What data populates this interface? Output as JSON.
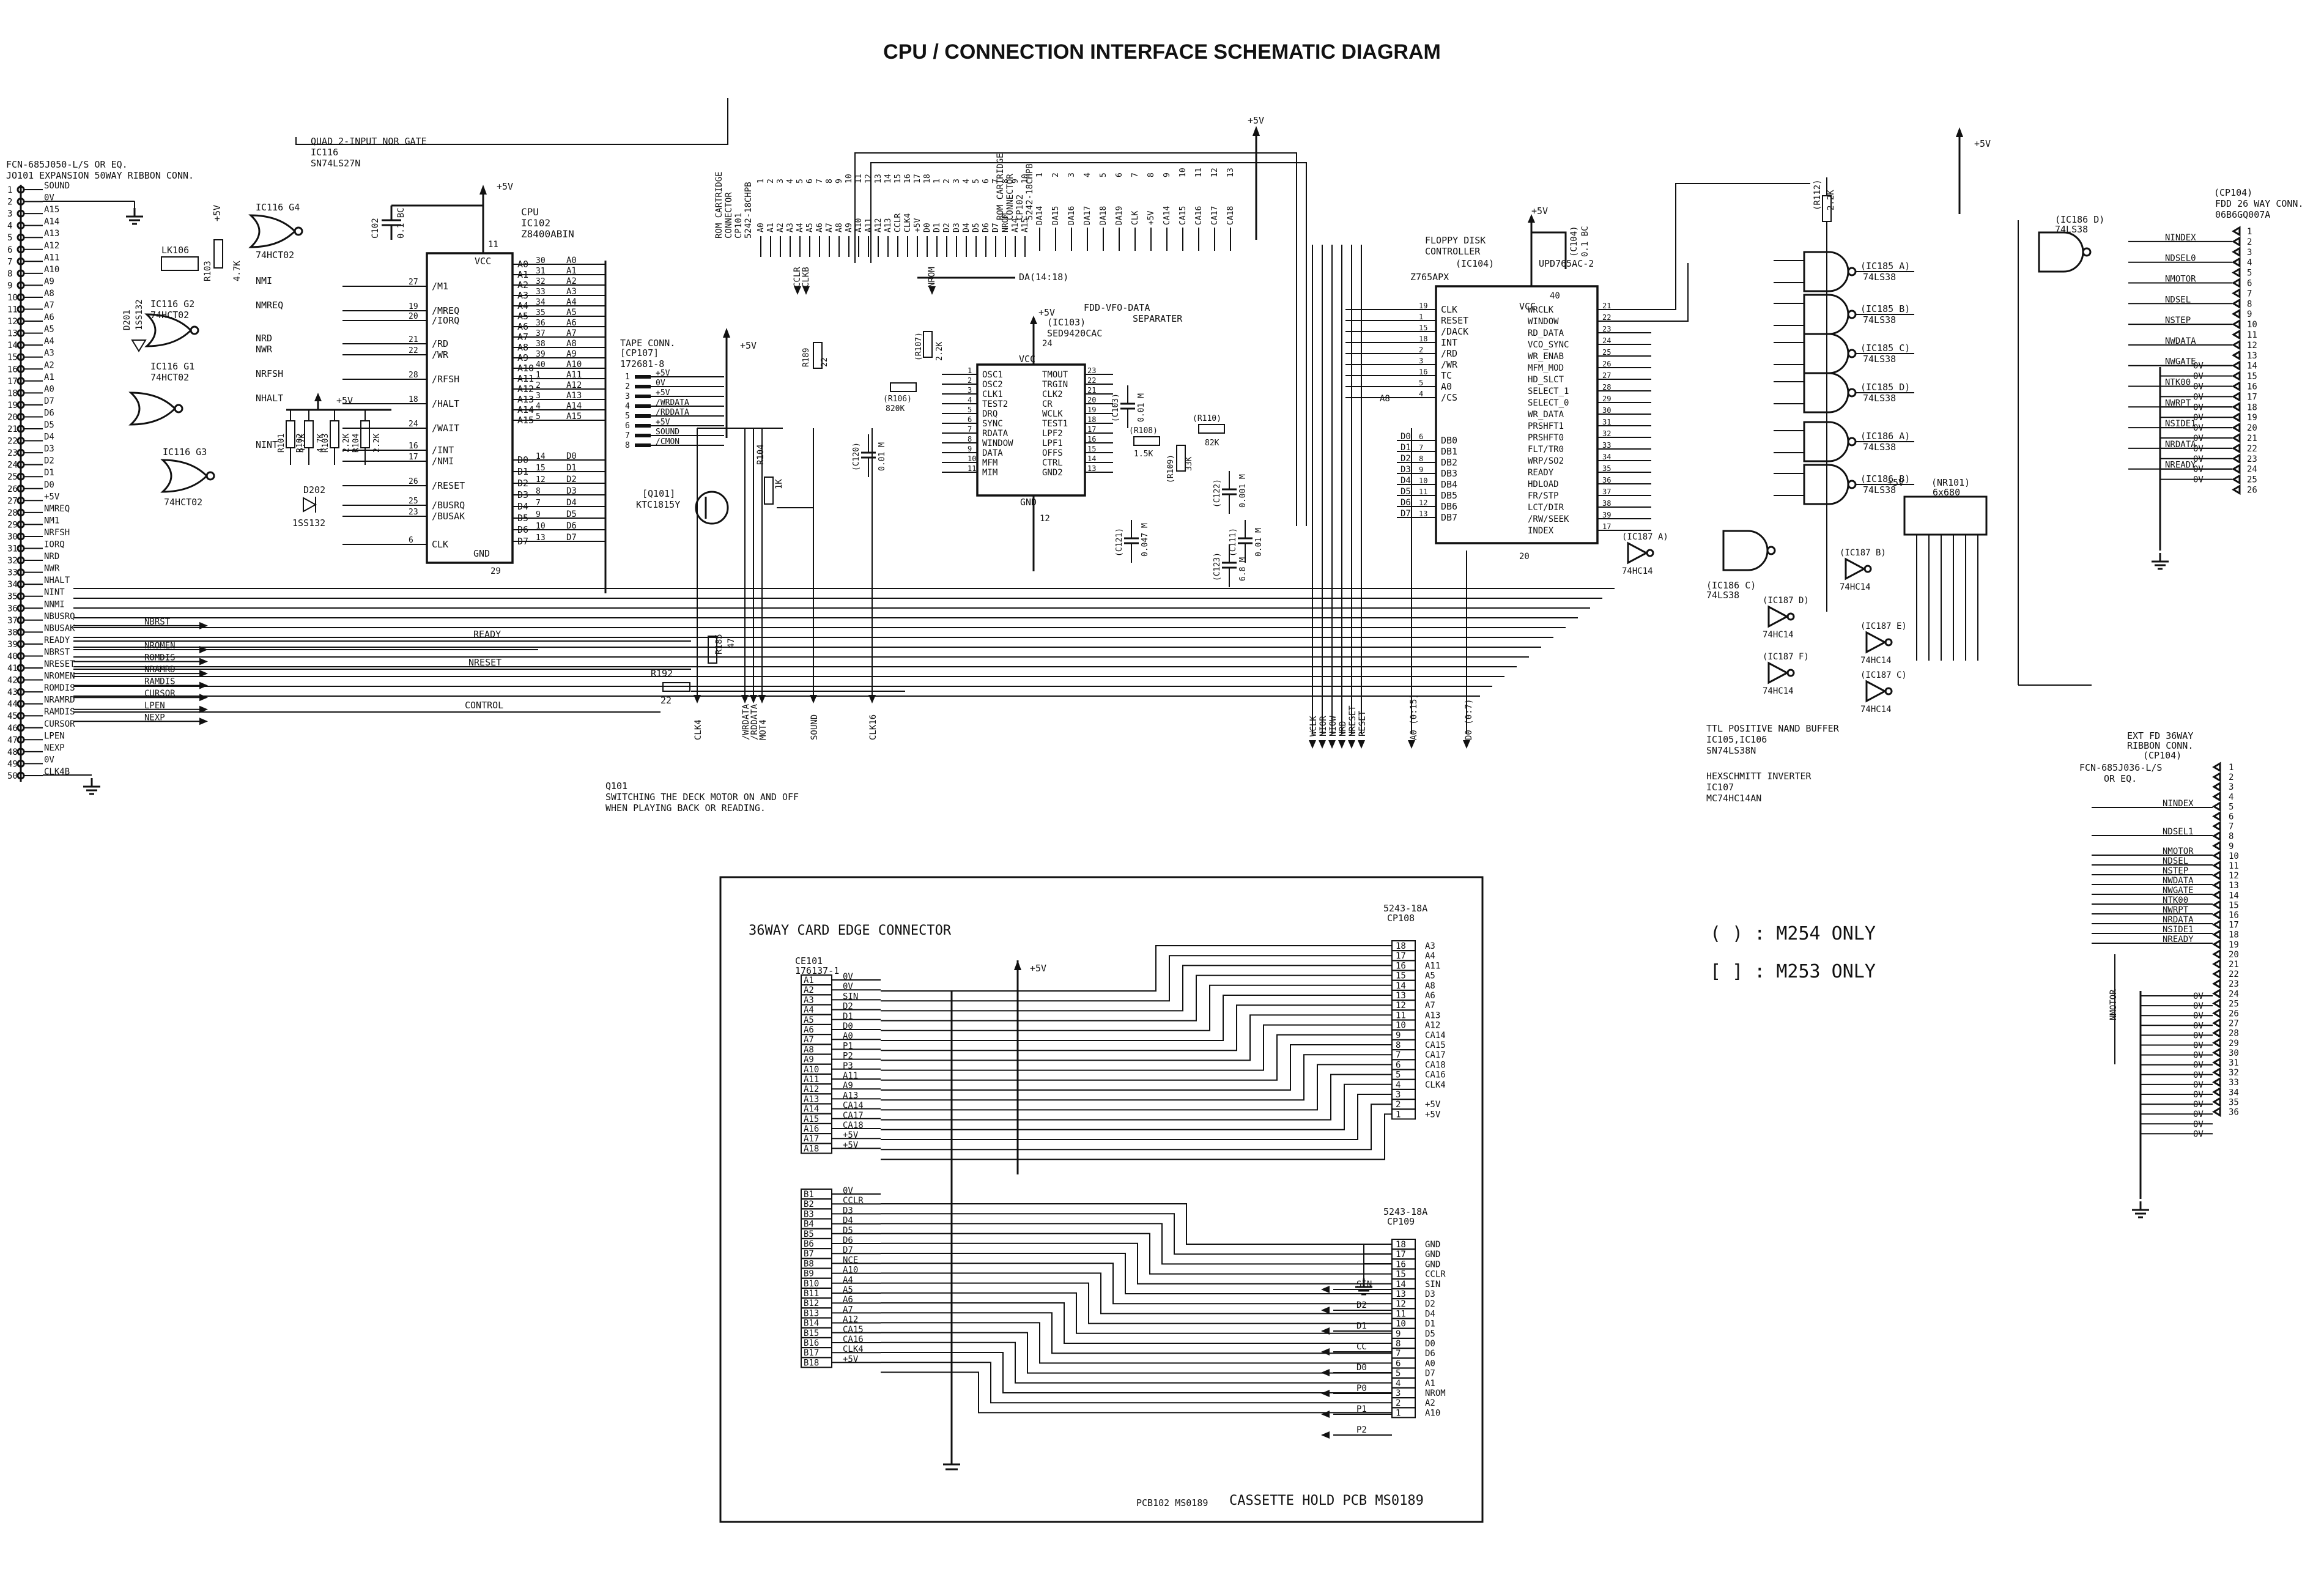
{
  "title": "CPU / CONNECTION INTERFACE SCHEMATIC DIAGRAM",
  "jo101": {
    "head": [
      "FCN-685J050-L/S OR EQ.",
      "JO101   EXPANSION  50WAY RIBBON  CONN."
    ],
    "pins": [
      "SOUND",
      "0V",
      "A15",
      "A14",
      "A13",
      "A12",
      "A11",
      "A10",
      "A9",
      "A8",
      "A7",
      "A6",
      "A5",
      "A4",
      "A3",
      "A2",
      "A1",
      "A0",
      "D7",
      "D6",
      "D5",
      "D4",
      "D3",
      "D2",
      "D1",
      "D0",
      "+5V",
      "NMREQ",
      "NM1",
      "NRFSH",
      "IORQ",
      "NRD",
      "NWR",
      "NHALT",
      "NINT",
      "NNMI",
      "NBUSRQ",
      "NBUSAK",
      "READY",
      "NBRST",
      "NRESET",
      "NROMEN",
      "ROMDIS",
      "NRAMRD",
      "RAMDIS",
      "CURSOR",
      "LPEN",
      "NEXP",
      "0V",
      "CLK4B"
    ],
    "bus_out": [
      "NBRST",
      "NROMEN",
      "ROMDIS",
      "NRAMRD",
      "RAMDIS",
      "CURSOR",
      "LPEN",
      "NEXP"
    ],
    "nets": [
      "NBRST",
      "READY",
      "NRESET",
      "CONTROL"
    ]
  },
  "nor_gate": {
    "lines": [
      "QUAD 2-INPUT NOR GATE",
      "IC116",
      "SN74LS27N"
    ]
  },
  "cpu": {
    "head": [
      "CPU",
      "IC102",
      "Z8400ABIN"
    ],
    "vcc": "VCC",
    "gnd": "GND",
    "supply": "+5V",
    "left": [
      "/M1",
      "/MREQ",
      "/IORQ",
      "/RD",
      "/WR",
      "/RFSH",
      "/HALT",
      "/WAIT",
      "/INT",
      "/NMI",
      "/RESET",
      "/BUSRQ",
      "/BUSAK",
      "CLK"
    ],
    "left_nums": [
      "27",
      "19",
      "20",
      "21",
      "22",
      "28",
      "18",
      "24",
      "16",
      "17",
      "26",
      "25",
      "23",
      "6"
    ],
    "addr": [
      "A0",
      "A1",
      "A2",
      "A3",
      "A4",
      "A5",
      "A6",
      "A7",
      "A8",
      "A9",
      "A10",
      "A11",
      "A12",
      "A13",
      "A14",
      "A15"
    ],
    "addr_nums": [
      "30",
      "31",
      "32",
      "33",
      "34",
      "35",
      "36",
      "37",
      "38",
      "39",
      "40",
      "1",
      "2",
      "3",
      "4",
      "5"
    ],
    "data": [
      "D0",
      "D1",
      "D2",
      "D3",
      "D4",
      "D5",
      "D6",
      "D7"
    ],
    "data_nums": [
      "14",
      "15",
      "12",
      "8",
      "7",
      "9",
      "10",
      "13"
    ],
    "bus_addr": [
      "A0",
      "A1",
      "A2",
      "A3",
      "A4",
      "A5",
      "A6",
      "A7",
      "A8",
      "A9",
      "A10",
      "A11",
      "A12",
      "A13",
      "A14",
      "A15"
    ],
    "bus_data": [
      "D0",
      "D1",
      "D2",
      "D3",
      "D4",
      "D5",
      "D6",
      "D7"
    ],
    "sigs": [
      "NMI",
      "NMREQ",
      "NRD",
      "NWR",
      "NRFSH",
      "NHALT",
      "NINT"
    ],
    "caps": [
      "C102",
      "0.1 BC"
    ],
    "pin_vcc": "11",
    "pin_gnd": "29"
  },
  "gates": {
    "g4": "IC116 G4",
    "g4_type": "74HCT02",
    "g2": "IC116 G2",
    "g2_type": "74HCT02",
    "g1": "IC116 G1",
    "g1_type": "74HCT02",
    "g3": "IC116 G3",
    "g3_type": "74HCT02",
    "lk": "LK106",
    "r103": "R103",
    "r103v": "4.7K",
    "d201": "D201",
    "d202": "D202",
    "d202v": "1SS132",
    "d201v": "1SS132",
    "resistors": [
      "R101",
      "R102",
      "R103",
      "R104"
    ],
    "rvals": [
      "4.7K",
      "4.7K",
      "2.2K",
      "2.2K"
    ],
    "supply": "+5V"
  },
  "tape": {
    "head": [
      "TAPE CONN.",
      "[CP107]",
      "172681-8"
    ],
    "pins": [
      "+5V",
      "0V",
      "+5V",
      "/WRDATA",
      "/RDDATA",
      "+5V",
      "SOUND",
      "/CMON"
    ],
    "supply": "+5V",
    "q101": "[Q101]",
    "q101v": "KTC1815Y",
    "r104": "R104",
    "r104v": "1K",
    "r185": "R185",
    "r185v": "47",
    "r192": "R192",
    "r192v": "22",
    "note": [
      "Q101",
      "SWITCHING  THE  DECK  MOTOR  ON  AND  OFF",
      "WHEN  PLAYING  BACK  OR  READING."
    ],
    "labels_v": [
      "CLK4",
      "/WRDATA",
      "/RDDATA",
      "MOT4",
      "SOUND",
      "CLK16"
    ]
  },
  "rom1": {
    "head": [
      "ROM CARTRIDGE",
      "CONNECTOR",
      "CP101",
      "5242-18CHPB"
    ],
    "pins": [
      "A0",
      "A1",
      "A2",
      "A3",
      "A4",
      "A5",
      "A6",
      "A7",
      "A8",
      "A9",
      "A10",
      "A11",
      "A12",
      "A13",
      "CCLR",
      "CLK4",
      "+5V",
      "D0",
      "D1",
      "D2",
      "D3",
      "D4",
      "D5",
      "D6",
      "D7",
      "NROM",
      "A14",
      "A15"
    ],
    "labels_v": [
      "CCLR",
      "CLKB",
      "NROM"
    ]
  },
  "rom2": {
    "head": [
      "ROM CARTRIDGE",
      "CONNECTOR",
      "CP102",
      "5242-18CHPB"
    ],
    "pins": [
      "DA14",
      "DA15",
      "DA16",
      "DA17",
      "DA18",
      "DA19",
      "CLK",
      "+5V",
      "CA14",
      "CA15",
      "CA16",
      "CA17",
      "CA18"
    ],
    "bus": "DA(14:18)",
    "supply": "+5V"
  },
  "vfo": {
    "title": "FDD-VFO-DATA",
    "sub": "SEPARATER",
    "ic": "(IC103)",
    "part": "SED9420CAC",
    "vcc": "VCC",
    "gnd": "GND",
    "supply": "+5V",
    "left": [
      "OSC1",
      "OSC2",
      "CLK1",
      "TEST2",
      "DRQ",
      "SYNC",
      "RDATA",
      "WINDOW",
      "DATA",
      "MFM",
      "MIM"
    ],
    "left_nums": [
      "1",
      "2",
      "3",
      "4",
      "5",
      "6",
      "7",
      "8",
      "9",
      "10",
      "11"
    ],
    "right": [
      "TMOUT",
      "TRGIN",
      "CLK2",
      "CR",
      "WCLK",
      "TEST1",
      "LPF2",
      "LPF1",
      "OFFS",
      "CTRL",
      "GND2"
    ],
    "right_nums": [
      "23",
      "22",
      "21",
      "20",
      "19",
      "18",
      "17",
      "16",
      "15",
      "14",
      "13"
    ],
    "pin_vcc": "24",
    "pin_gnd": "12",
    "r107": "(R107)",
    "r107v": "2.2K",
    "r106": "(R106)",
    "r106v": "820K",
    "r108": "(R108)",
    "r108v": "1.5K",
    "r109": "(R109)",
    "r109v": "33K",
    "r110": "(R110)",
    "r110v": "82K",
    "r189": "R189",
    "r189v": "22",
    "c120": "(C120)",
    "c120v": "0.01 M",
    "c103": "(C103)",
    "c103v": "0.01 M",
    "c121": "(C121)",
    "c121v": "0.047 M",
    "c122": "(C122)",
    "c122v": "0.001 M",
    "c111": "(C111)",
    "c111v": "0.01 M",
    "c123": "(C123)",
    "c123v": "6.8 M"
  },
  "fdc": {
    "title": [
      "FLOPPY DISK",
      "CONTROLLER"
    ],
    "ic": "(IC104)",
    "part": "UPD765AC-2",
    "alt": "Z765APX",
    "supply": "+5V",
    "vcc": "VCC",
    "cap": "(C104)",
    "capv": "0.1 BC",
    "left": [
      "CLK",
      "RESET",
      "/DACK",
      "INT",
      "/RD",
      "/WR",
      "TC",
      "A0",
      "/CS"
    ],
    "left_nums": [
      "19",
      "1",
      "15",
      "18",
      "2",
      "3",
      "16",
      "5",
      "4"
    ],
    "data": [
      "DB0",
      "DB1",
      "DB2",
      "DB3",
      "DB4",
      "DB5",
      "DB6",
      "DB7"
    ],
    "data_nums": [
      "6",
      "7",
      "8",
      "9",
      "10",
      "11",
      "12",
      "13"
    ],
    "busd": [
      "D0",
      "D1",
      "D2",
      "D3",
      "D4",
      "D5",
      "D6",
      "D7"
    ],
    "right": [
      "WRCLK",
      "WINDOW",
      "RD_DATA",
      "VCO_SYNC",
      "WR_ENAB",
      "MFM_MOD",
      "HD_SLCT",
      "SELECT_1",
      "SELECT_0",
      "WR_DATA",
      "PRSHFT1",
      "PRSHFT0",
      "FLT/TR0",
      "WRP/SO2",
      "READY",
      "HDLOAD",
      "FR/STP",
      "LCT/DIR",
      "/RW/SEEK",
      "INDEX"
    ],
    "right_nums": [
      "21",
      "22",
      "23",
      "24",
      "25",
      "26",
      "27",
      "28",
      "29",
      "30",
      "31",
      "32",
      "33",
      "34",
      "35",
      "36",
      "37",
      "38",
      "39",
      "17"
    ],
    "pin_gnd": "20",
    "pin_vcc": "40",
    "labels_v": [
      "WCLK",
      "NIOR",
      "NIOW",
      "NRD",
      "NRESET",
      "RESET"
    ],
    "labels_right": [
      "A8",
      "A0 (0:15)",
      "D0 (0:7)"
    ]
  },
  "nand": {
    "gates": [
      "IC185 A",
      "IC185 B",
      "IC185 C",
      "IC185 D",
      "IC186 A",
      "IC186 B",
      "IC186 C",
      "IC186 D"
    ],
    "type": "74LS38",
    "inv": [
      "IC187 A",
      "IC187 B",
      "IC187 C",
      "IC187 D",
      "IC187 E",
      "IC187 F"
    ],
    "inv_type": "74HC14",
    "r112": "(R112)",
    "r112v": "2.2K",
    "nr": "(NR101)",
    "nrv": "6x680",
    "supply": "+5V"
  },
  "legend": {
    "items": [
      "TTL POSITIVE NAND BUFFER",
      "IC105,IC106",
      "SN74LS38N",
      "",
      "HEXSCHMITT INVERTER",
      "IC107",
      "MC74HC14AN"
    ],
    "m254": "( ) : M254 ONLY",
    "m253": "[ ] : M253 ONLY"
  },
  "fdd26": {
    "head": [
      "(CP104)",
      "FDD 26 WAY CONN.",
      "06B6GQ007A"
    ],
    "signals": [
      "NINDEX",
      "NDSEL0",
      "NMOTOR",
      "NDSEL",
      "NSTEP",
      "NWDATA",
      "NWGATE",
      "NTK00",
      "NWRPT",
      "NSIDE1",
      "NRDATA",
      "NREADY"
    ],
    "sig_pins": [
      "2",
      "4",
      "6",
      "8",
      "10",
      "12",
      "14",
      "16",
      "18",
      "20",
      "22",
      "24",
      "26"
    ],
    "gnd_pins": [
      "1",
      "3",
      "5",
      "7",
      "9",
      "11",
      "13",
      "15",
      "17",
      "19",
      "21",
      "23",
      "25"
    ],
    "gnd": "0V"
  },
  "fdd36": {
    "head": [
      "EXT FD 36WAY",
      "RIBBON CONN.",
      "(CP104)"
    ],
    "part": [
      "FCN-685J036-L/S",
      "OR EQ."
    ],
    "signals": [
      "NINDEX",
      "NDSEL1",
      "NMOTOR",
      "NDSEL",
      "NSTEP",
      "NWDATA",
      "NWGATE",
      "NTK00",
      "NWRPT",
      "NRDATA",
      "NSIDE1",
      "NREADY"
    ],
    "sig_pins": [
      "3",
      "5",
      "6",
      "10",
      "13",
      "14",
      "15",
      "17",
      "19",
      "21",
      "23",
      "25",
      "27",
      "29",
      "31",
      "33"
    ],
    "gnd": "0V",
    "nmotor": "NMOTOR"
  },
  "card": {
    "title": "36WAY CARD EDGE CONNECTOR",
    "part": [
      "CE101",
      "176137-1"
    ],
    "supply": "+5V",
    "a_pins": [
      "A1",
      "A2",
      "A3",
      "A4",
      "A5",
      "A6",
      "A7",
      "A8",
      "A9",
      "A10",
      "A11",
      "A12",
      "A13",
      "A14",
      "A15",
      "A16",
      "A17",
      "A18"
    ],
    "a_sigs": [
      "0V",
      "0V",
      "SIN",
      "D2",
      "D1",
      "D0",
      "A0",
      "P1",
      "P2",
      "P3",
      "A11",
      "A9",
      "A13",
      "CA14",
      "CA17",
      "CA18",
      "+5V",
      "+5V"
    ],
    "b_pins": [
      "B1",
      "B2",
      "B3",
      "B4",
      "B5",
      "B6",
      "B7",
      "B8",
      "B9",
      "B10",
      "B11",
      "B12",
      "B13",
      "B14",
      "B15",
      "B16",
      "B17",
      "B18"
    ],
    "b_sigs": [
      "0V",
      "CCLR",
      "D3",
      "D4",
      "D5",
      "D6",
      "D7",
      "NCE",
      "A10",
      "A4",
      "A5",
      "A6",
      "A7",
      "A12",
      "CA15",
      "CA16",
      "CLK4",
      "+5V"
    ],
    "footer1": "PCB102   MS0189",
    "footer2": "CASSETTE HOLD PCB MS0189"
  },
  "cp108": {
    "head": [
      "5243-18A",
      "CP108"
    ],
    "pins": [
      "18",
      "17",
      "16",
      "15",
      "14",
      "13",
      "12",
      "11",
      "10",
      "9",
      "8",
      "7",
      "6",
      "5",
      "4",
      "3",
      "2",
      "1"
    ],
    "sigs": [
      "A3",
      "A4",
      "A11",
      "A5",
      "A8",
      "A6",
      "A7",
      "A13",
      "A12",
      "CA14",
      "CA15",
      "CA17",
      "CA18",
      "CA16",
      "CLK4",
      "",
      "+5V",
      "+5V"
    ]
  },
  "cp109": {
    "head": [
      "5243-18A",
      "CP109"
    ],
    "pins": [
      "18",
      "17",
      "16",
      "15",
      "14",
      "13",
      "12",
      "11",
      "10",
      "9",
      "8",
      "7",
      "6",
      "5",
      "4",
      "3",
      "2",
      "1"
    ],
    "sigs": [
      "GND",
      "GND",
      "GND",
      "CCLR",
      "SIN",
      "D3",
      "D2",
      "D4",
      "D1",
      "D5",
      "D0",
      "D6",
      "A0",
      "D7",
      "A1",
      "NROM",
      "A2",
      "A10"
    ],
    "arrows": [
      "SIN",
      "D2",
      "D1",
      "CC",
      "D0",
      "P0",
      "P1",
      "P2"
    ]
  }
}
